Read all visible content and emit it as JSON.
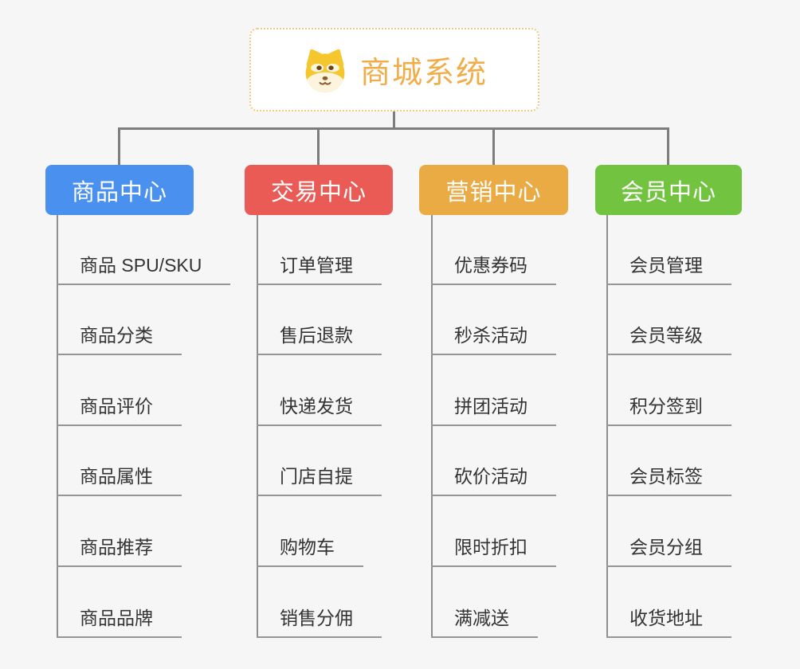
{
  "app": {
    "background_color": "#f6f6f6",
    "connector_color": "#7d7d7d",
    "leaf_line_color": "#969696",
    "leaf_text_color": "#333333"
  },
  "root": {
    "title": "商城系统",
    "icon": "shiba-dog-icon",
    "text_color": "#f0ad49",
    "border_color": "#f4c87e",
    "background_color": "#ffffff"
  },
  "branches": [
    {
      "label": "商品中心",
      "color": "#4a90ee",
      "children": [
        "商品 SPU/SKU",
        "商品分类",
        "商品评价",
        "商品属性",
        "商品推荐",
        "商品品牌"
      ]
    },
    {
      "label": "交易中心",
      "color": "#ea5b56",
      "children": [
        "订单管理",
        "售后退款",
        "快递发货",
        "门店自提",
        "购物车",
        "销售分佣"
      ]
    },
    {
      "label": "营销中心",
      "color": "#eaab44",
      "children": [
        "优惠券码",
        "秒杀活动",
        "拼团活动",
        "砍价活动",
        "限时折扣",
        "满减送"
      ]
    },
    {
      "label": "会员中心",
      "color": "#72c340",
      "children": [
        "会员管理",
        "会员等级",
        "积分签到",
        "会员标签",
        "会员分组",
        "收货地址"
      ]
    }
  ]
}
